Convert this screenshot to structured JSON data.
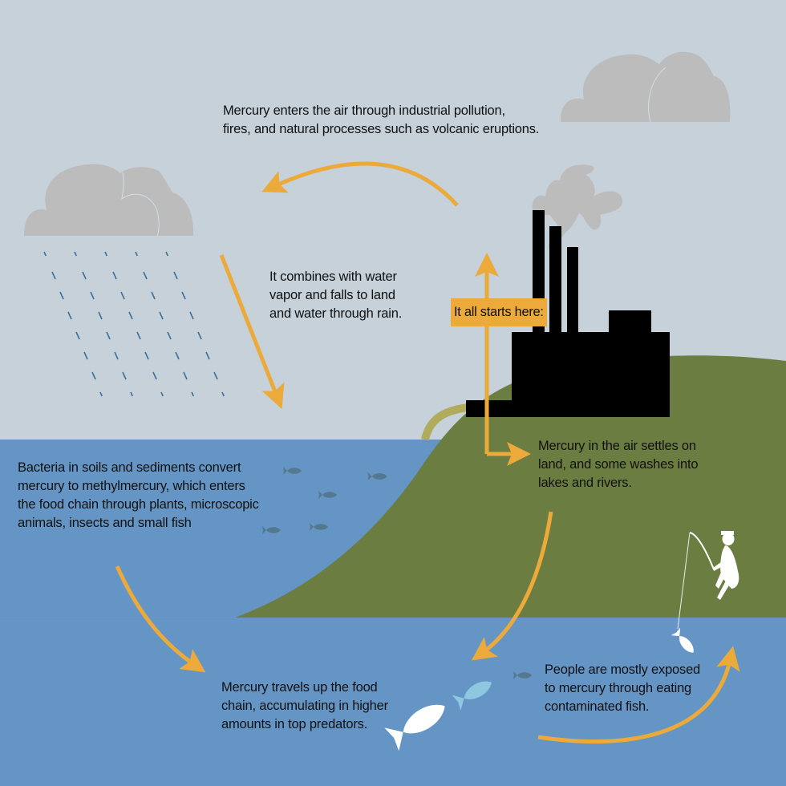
{
  "colors": {
    "sky": "#c6d1da",
    "water": "#6595c5",
    "land": "#6b7d40",
    "factory": "#000000",
    "smoke": "#bcbcbc",
    "cloud": "#bcbcbc",
    "arrow": "#ebaa3a",
    "rain": "#3e6f99",
    "small_fish": "#54788f",
    "mid_fish": "#8ec7e0",
    "top_fish": "#ffffff",
    "runoff": "#b0ac5c"
  },
  "labels": {
    "air_entry": [
      "Mercury enters the air through industrial pollution,",
      "fires, and natural processes such as volcanic eruptions."
    ],
    "rain": [
      "It combines with water",
      "vapor and falls to land",
      "and water through rain."
    ],
    "start": "It all starts here:",
    "settles": [
      "Mercury in the air settles on",
      "land, and some washes into",
      "lakes and rivers."
    ],
    "bacteria": [
      "Bacteria in soils and sediments convert",
      "mercury to methylmercury, which enters",
      "the food chain through plants, microscopic",
      "animals, insects and small fish"
    ],
    "food_chain": [
      "Mercury travels up the food",
      "chain, accumulating in higher",
      "amounts in top predators."
    ],
    "exposure": [
      "People are mostly exposed",
      "to mercury through eating",
      "contaminated fish."
    ]
  },
  "icons": {
    "cloud_left": "cloud-icon",
    "cloud_right": "cloud-icon",
    "factory": "factory-icon",
    "smoke": "smoke-icon",
    "fisherman": "fisherman-icon",
    "fish": "fish-icon"
  }
}
